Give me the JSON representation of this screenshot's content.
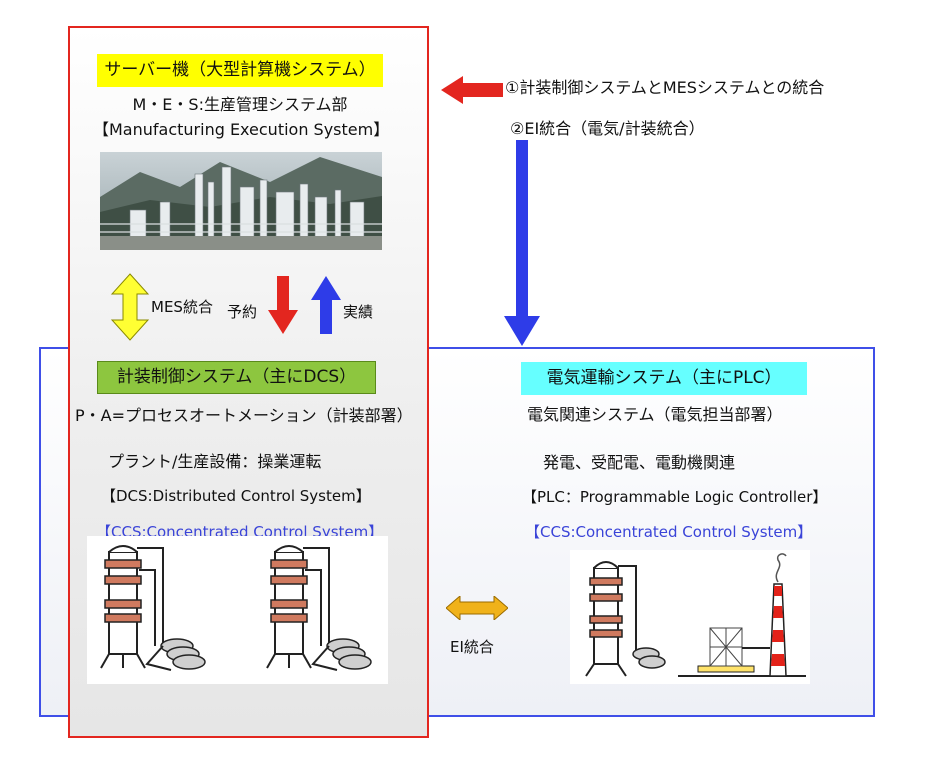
{
  "server": {
    "title": "サーバー機（大型計算機システム）",
    "mes_line1": "M・E・S:生産管理システム部",
    "mes_line2": "【Manufacturing Execution System】"
  },
  "integration_notes": {
    "note1": "①計装制御システムとMESシステムとの統合",
    "note2": "②EI統合（電気/計装統合）"
  },
  "arrows": {
    "mes_integration": "MES統合",
    "reservation": "予約",
    "actual": "実績",
    "ei_integration": "EI統合"
  },
  "dcs": {
    "title": "計装制御システム（主にDCS）",
    "line1": "P・A=プロセスオートメーション（計装部署）",
    "line2": "プラント/生産設備：操業運転",
    "line3": "【DCS:Distributed Control System】",
    "line4": "【CCS:Concentrated Control System】"
  },
  "plc": {
    "title": "電気運輸システム（主にPLC）",
    "line1": "電気関連システム（電気担当部署）",
    "line2": "発電、受配電、電動機関連",
    "line3": "【PLC：Programmable Logic Controller】",
    "line4": "【CCS:Concentrated Control System】"
  },
  "colors": {
    "red_frame": "#e3261f",
    "blue_frame": "#3f4fe8",
    "yellow_label": "#ffff00",
    "green_label": "#8dc63f",
    "cyan_label": "#66ffff"
  },
  "icons": [
    "refinery-photo",
    "distillation-tower-icon",
    "power-plant-icon",
    "double-arrow-icon"
  ]
}
